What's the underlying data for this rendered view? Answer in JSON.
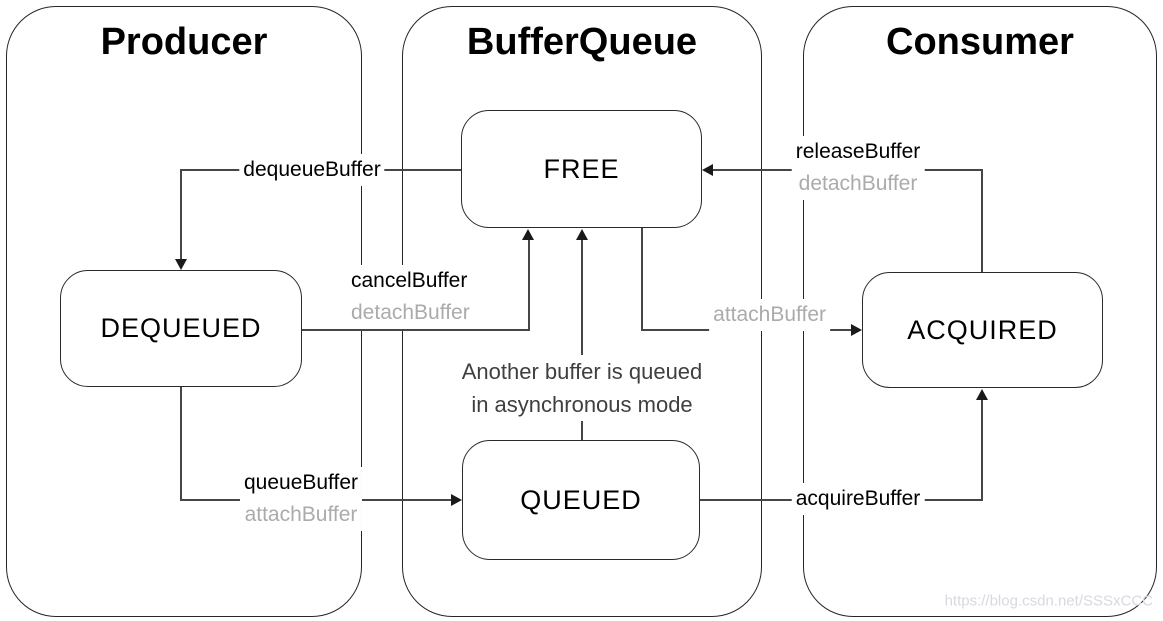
{
  "containers": {
    "producer": {
      "title": "Producer"
    },
    "bufferqueue": {
      "title": "BufferQueue"
    },
    "consumer": {
      "title": "Consumer"
    }
  },
  "states": {
    "free": "FREE",
    "dequeued": "DEQUEUED",
    "queued": "QUEUED",
    "acquired": "ACQUIRED"
  },
  "transitions": {
    "dequeue": {
      "label": "dequeueBuffer"
    },
    "release": {
      "label": "releaseBuffer",
      "alt_label": "detachBuffer"
    },
    "cancel": {
      "label": "cancelBuffer",
      "alt_label": "detachBuffer"
    },
    "attach": {
      "alt_label": "attachBuffer"
    },
    "queue": {
      "label": "queueBuffer",
      "alt_label": "attachBuffer"
    },
    "acquire": {
      "label": "acquireBuffer"
    }
  },
  "annotation": {
    "line1": "Another buffer is queued",
    "line2": "in asynchronous mode"
  },
  "watermark": "https://blog.csdn.net/SSSxCCC",
  "colors": {
    "primary_label": "#000000",
    "alt_label": "#ababab",
    "annotation_text": "#3f3f3f",
    "line": "#464646",
    "box_border": "#2a2a2a",
    "watermark": "#d8d8e0",
    "background": "#ffffff"
  }
}
